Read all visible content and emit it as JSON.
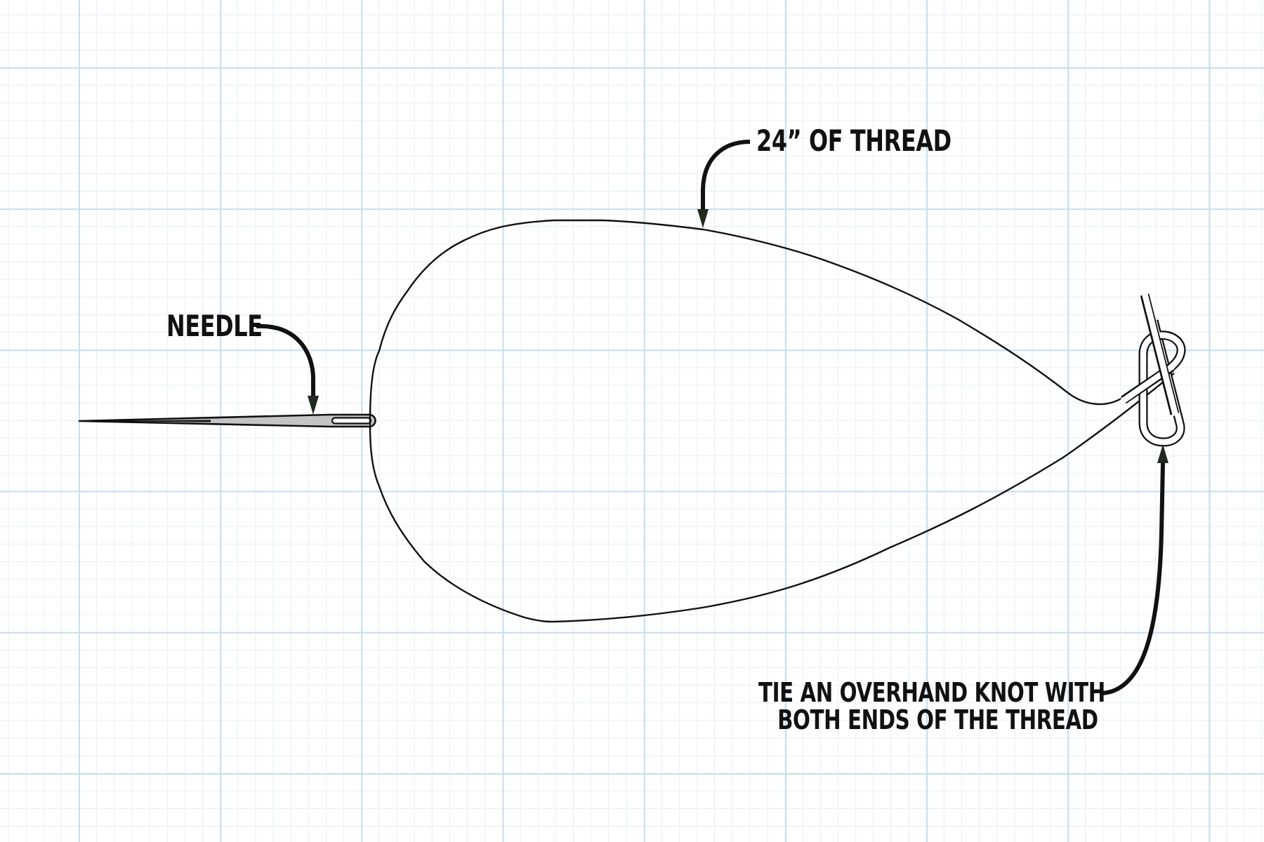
{
  "diagram": {
    "labels": {
      "thread": "24” OF THREAD",
      "needle": "NEEDLE",
      "knot_line1": "TIE AN OVERHAND KNOT WITH",
      "knot_line2": "BOTH ENDS OF THE THREAD"
    },
    "elements": [
      {
        "name": "needle",
        "shape": "tapered needle with eye"
      },
      {
        "name": "thread-loop",
        "shape": "teardrop loop of thread"
      },
      {
        "name": "overhand-knot",
        "shape": "outlined knot"
      },
      {
        "name": "thread-arrow",
        "icon": "curved-arrow-down"
      },
      {
        "name": "needle-arrow",
        "icon": "curved-arrow-down"
      },
      {
        "name": "knot-arrow",
        "icon": "curved-arrow-up"
      }
    ],
    "colors": {
      "ink": "#111111",
      "needle_fill": "#c4c4c4",
      "grid_major": "#c6dfec",
      "grid_minor": "#e4eff5",
      "background": "#ffffff"
    }
  }
}
